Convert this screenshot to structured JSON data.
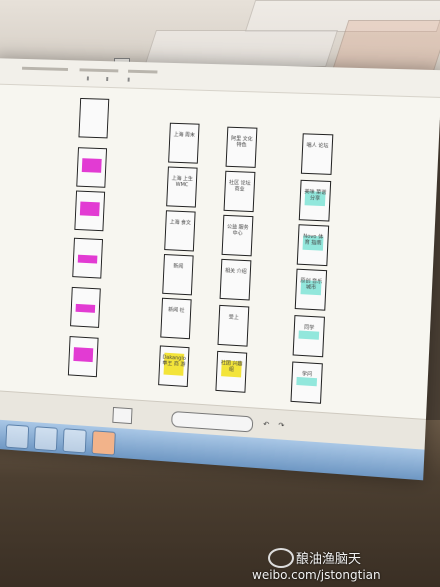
{
  "scene": {
    "description_free": true
  },
  "projected_slide": {
    "toolbar_label": "",
    "status_controls": {
      "zoom_button": "",
      "page_control": ""
    },
    "taskbar_buttons": [
      "",
      "",
      "",
      ""
    ]
  },
  "cards": {
    "col1": [
      "",
      "",
      "",
      "",
      "",
      ""
    ],
    "col2": [
      "上海 周末",
      "上海 上生 WMC",
      "上海 食文",
      "新闻",
      "新闻 社",
      "Dakanglo 拳王 商 游"
    ],
    "col3": [
      "阿里 文化 特色",
      "社区 论坛 商业",
      "公益 服务 中心",
      "相关 介绍",
      "受上",
      "社团 兴趣 组"
    ],
    "col4": [
      "唱人 论坛",
      "美味 菜谱 分享",
      "Novo 体育 指南",
      "原创 音乐 城市",
      "同学",
      "学问"
    ]
  },
  "watermark": {
    "name": "酿油渔脑天",
    "url": "weibo.com/jstongtian"
  }
}
